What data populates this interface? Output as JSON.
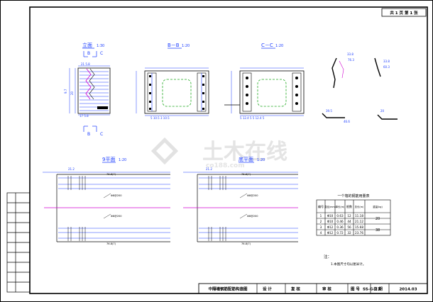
{
  "title_block": {
    "sheet_index": "共 1 页  第 1 张",
    "drawing_name": "中隔墙钢筋配筋构造图",
    "design": "设 计",
    "review": "复 核",
    "approve": "审 核",
    "drawing_no_label": "图 号",
    "drawing_no": "SS-G-23",
    "date_label": "日 期",
    "date": "2014.03"
  },
  "views": {
    "elevation": {
      "title": "立面",
      "scale": "1:30"
    },
    "section_bb": {
      "title": "B－B",
      "scale": "1:20"
    },
    "section_cc": {
      "title": "C－C",
      "scale": "1:20"
    },
    "plan_9": {
      "title": "9平面",
      "scale": "1:20"
    },
    "bottom_plan": {
      "title": "底平面",
      "scale": "1:20"
    }
  },
  "section_markers": {
    "b": "B",
    "c": "C"
  },
  "labels": {
    "elev_dim_top": "21  5.8",
    "elev_dim_bottom": "17  5.8",
    "elev_side": "9.7",
    "elev_side2": "20",
    "bb_dim_bottom": "5 10.5     3 10.5",
    "cc_dim_bottom": "5 12.4 5   5 12.4 5",
    "plan_dim": "21.2",
    "plan_n1": "76.8(7)",
    "plan_n2": "76.8(7)",
    "plan_center": "Φ8@200",
    "bottom_n1": "76.8(7)",
    "bottom_n2": "76.8(7)",
    "detail1": "33.8",
    "detail1b": "76.3",
    "detail2": "33.8",
    "detail2b": "60.3",
    "detail3": "39.5",
    "detail4": "46.6",
    "detail5": "20"
  },
  "table": {
    "title": "一个墙的钢筋用量表",
    "headers": [
      "编号",
      "直径(mm)",
      "单长(m)",
      "根数",
      "总长(m)",
      "重量(kg)"
    ],
    "rows": [
      [
        "1",
        "Φ10",
        "0.63",
        "12",
        "11.18",
        ""
      ],
      [
        "2",
        "Φ10",
        "0.46",
        "44",
        "21.12",
        "20"
      ],
      [
        "3",
        "Φ12",
        "0.36",
        "56",
        "15.68",
        ""
      ],
      [
        "4",
        "Φ12",
        "0.72",
        "32",
        "23.76",
        "38"
      ]
    ]
  },
  "notes": {
    "heading": "注：",
    "line1": "1.本图尺寸均以厘米计。"
  },
  "watermark": {
    "main": "土木在线",
    "sub": "co188.com"
  }
}
